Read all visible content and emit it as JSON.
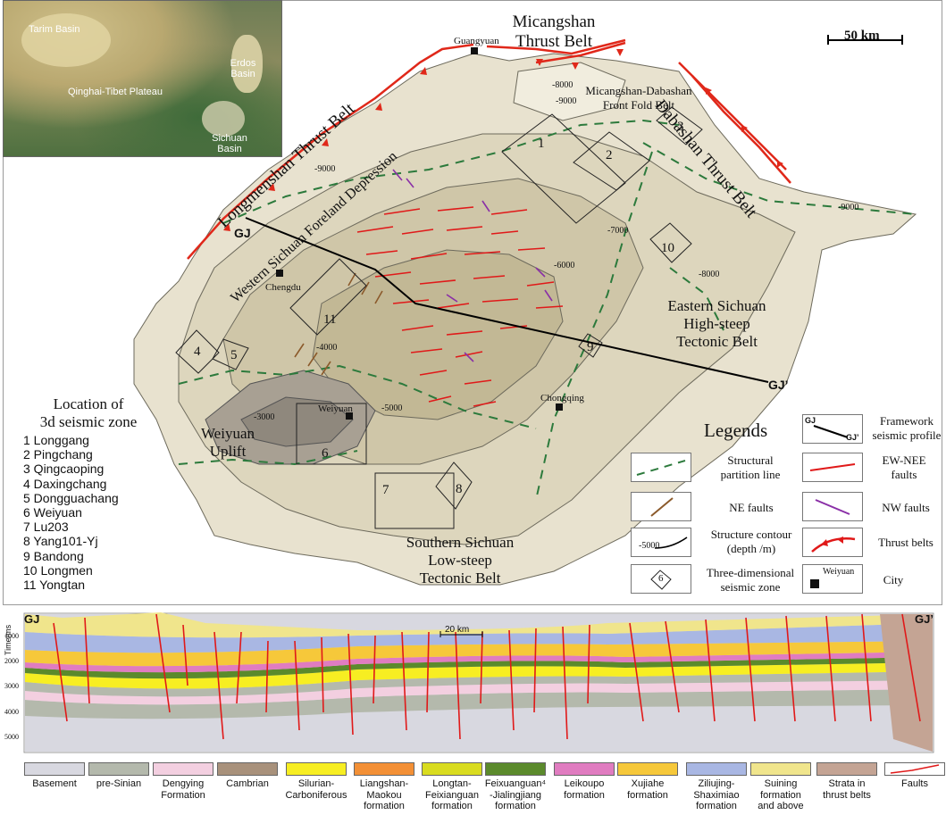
{
  "inset": {
    "labels": [
      "Tarim Basin",
      "Erdos Basin",
      "Qinghai-Tibet Plateau",
      "Sichuan Basin"
    ]
  },
  "map": {
    "scale_label": "50 km",
    "thrust_belts": {
      "micangshan": "Micangshan\nThrust  Belt",
      "dabashan": "Dabashan Thrust Belt",
      "longmenshan": "Longmenshan Thrust Belt"
    },
    "units": {
      "front_fold": "Micangshan-Dabashan\nFront Fold Belt",
      "western_depression": "Western Sichuan Foreland Depression",
      "eastern_belt": "Eastern Sichuan\nHigh-steep\nTectonic Belt",
      "southern_belt": "Southern Sichuan\nLow-steep\nTectonic Belt",
      "weiyuan_uplift": "Weiyuan\nUplift"
    },
    "cities": {
      "guangyuan": "Guangyuan",
      "chengdu": "Chengdu",
      "weiyuan": "Weiyuan",
      "chongqing": "Chongqing"
    },
    "contours": [
      "-8000",
      "-9000",
      "-9000",
      "-9000",
      "-7000",
      "-6000",
      "-8000",
      "-4000",
      "-5000",
      "-3000"
    ],
    "profile": {
      "start": "GJ",
      "end": "GJ’"
    },
    "zone_numbers": [
      "1",
      "2",
      "3",
      "4",
      "5",
      "6",
      "7",
      "8",
      "9",
      "10",
      "11"
    ]
  },
  "zones": {
    "title": "Location of\n3d seismic zone",
    "items": [
      "1   Longgang",
      "2   Pingchang",
      "3   Qingcaoping",
      "4   Daxingchang",
      "5   Dongguachang",
      "6   Weiyuan",
      "7   Lu203",
      "8   Yang101-Yj",
      "9   Bandong",
      "10  Longmen",
      "11  Yongtan"
    ]
  },
  "legend": {
    "title": "Legends",
    "items": {
      "partition": "Structural\npartition line",
      "ne": "NE faults",
      "contour": "Structure contour\n(depth /m)",
      "contour_sample": "-5000",
      "zone3d": "Three-dimensional\nseismic zone",
      "zone3d_sample": "6",
      "profile": "Framework\nseismic profile",
      "profile_start": "GJ",
      "profile_end": "GJ’",
      "ew": "EW-NEE\nfaults",
      "nw": "NW faults",
      "thrust": "Thrust belts",
      "city": "City",
      "city_sample": "Weiyuan"
    }
  },
  "section": {
    "start": "GJ",
    "end": "GJ’",
    "ylabel": "Time/ms",
    "yticks": [
      "1000",
      "2000",
      "3000",
      "4000",
      "5000"
    ],
    "scale": "20 km"
  },
  "strata_legend": [
    {
      "label": "Basement",
      "color": "#d8d8e0"
    },
    {
      "label": "pre-Sinian",
      "color": "#b4b9ac"
    },
    {
      "label": "Dengying\nFormation",
      "color": "#f3cfe0"
    },
    {
      "label": "Cambrian",
      "color": "#a8917b"
    },
    {
      "label": "Silurian-\nCarboniferous",
      "color": "#f7ee22"
    },
    {
      "label": "Liangshan-\nMaokou\nformation",
      "color": "#f39036"
    },
    {
      "label": "Longtan-\nFeixianguan\nformation",
      "color": "#d9dc1f"
    },
    {
      "label": "Feixuanguan⁴\n-Jialingjiang\nformation",
      "color": "#5b8a2c"
    },
    {
      "label": "Leikoupo\nformation",
      "color": "#e07cc0"
    },
    {
      "label": "Xujiahe\nformation",
      "color": "#f6c83a"
    },
    {
      "label": "Ziliujing-\nShaximiao\nformation",
      "color": "#a9b7e3"
    },
    {
      "label": "Suining\nformation\nand above",
      "color": "#f0e58c"
    },
    {
      "label": "Strata in\nthrust belts",
      "color": "#c4a494"
    },
    {
      "label": "Faults",
      "color": "#e01919"
    }
  ]
}
